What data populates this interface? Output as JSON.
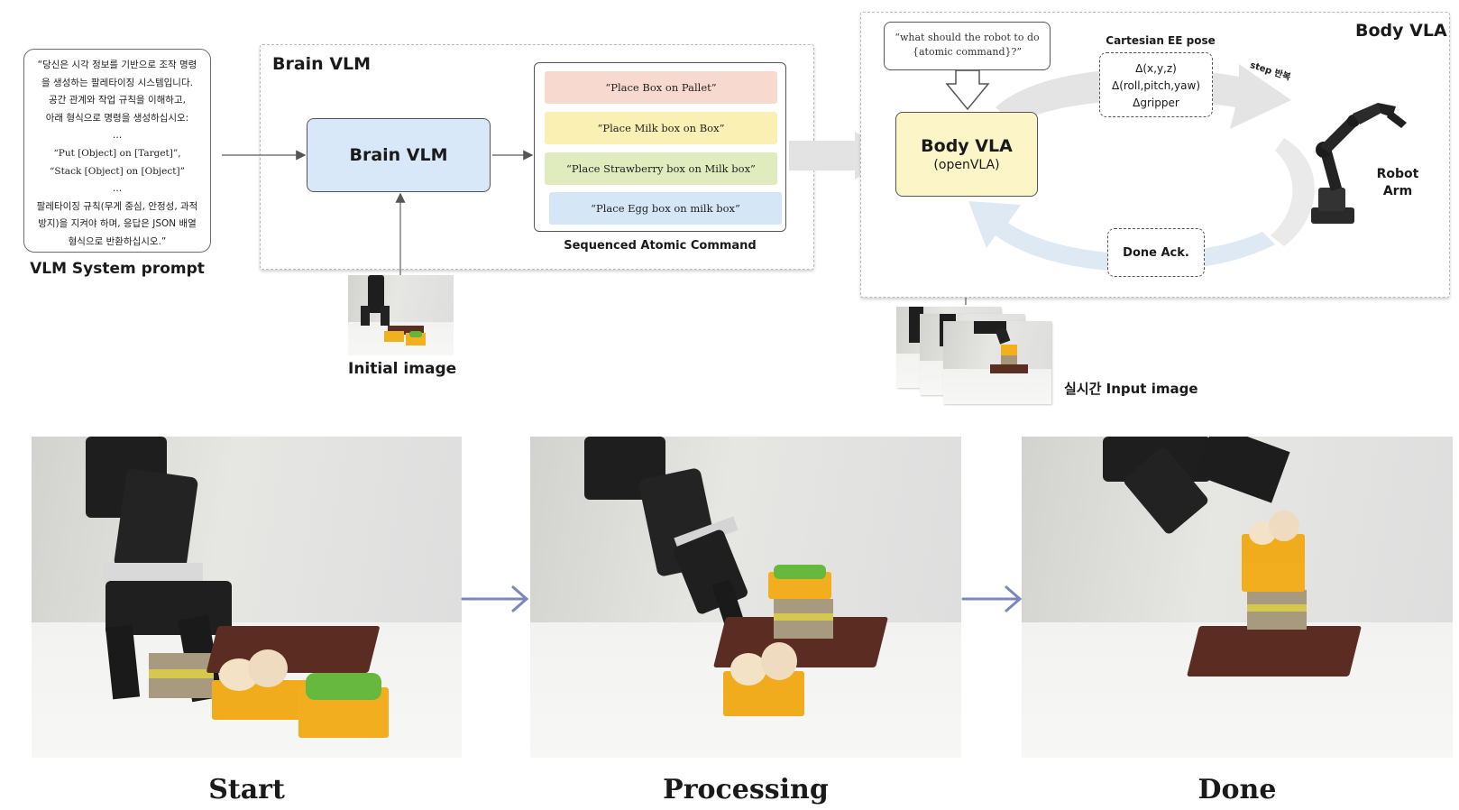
{
  "system_prompt": {
    "lines": [
      "“당신은 시각 정보를 기반으로 조작 명령",
      "을 생성하는 팔레타이징 시스템입니다.",
      "공간 관계와 작업 규칙을 이해하고,",
      "아래 형식으로 명령을 생성하십시오:",
      "…",
      "“Put [Object] on [Target]”,",
      "“Stack [Object] on [Object]”",
      "…",
      "팔레타이징 규칙(무게 중심, 안정성, 과적",
      "방지)을 지켜야 하며,  응답은 JSON 배열",
      "형식으로 반환하십시오.”"
    ],
    "caption": "VLM System prompt"
  },
  "brain_panel": {
    "title": "Brain VLM",
    "node_label": "Brain VLM",
    "commands": [
      {
        "text": "“Place Box on Pallet”",
        "color": "#f8d9cf"
      },
      {
        "text": "“Place Milk box on  Box”",
        "color": "#fbf0b3"
      },
      {
        "text": "“Place Strawberry box on Milk box”",
        "color": "#e0ecbd"
      },
      {
        "text": "“Place Egg box on milk box”",
        "color": "#d5e6f7"
      }
    ],
    "commands_caption": "Sequenced Atomic Command",
    "initial_image_caption": "Initial image"
  },
  "body_panel": {
    "title": "Body VLA",
    "node_title": "Body VLA",
    "node_subtitle": "(openVLA)",
    "speech_lines": [
      "“what should the robot to do",
      "{atomic command}?”"
    ],
    "ee_pose_title": "Cartesian EE pose",
    "ee_pose_lines": [
      "Δ(x,y,z)",
      "Δ(roll,pitch,yaw)",
      "Δgripper"
    ],
    "loop_label": "step 반복",
    "robot_label_line1": "Robot",
    "robot_label_line2": "Arm",
    "done_ack": "Done Ack.",
    "input_image_caption": "실시간 Input image"
  },
  "stages": [
    {
      "label": "Start"
    },
    {
      "label": "Processing"
    },
    {
      "label": "Done"
    }
  ],
  "colors": {
    "arrow_gray": "#e3e3e3",
    "loop_blue": "#dfe9f3",
    "stage_arrow": "#7d85bd"
  }
}
